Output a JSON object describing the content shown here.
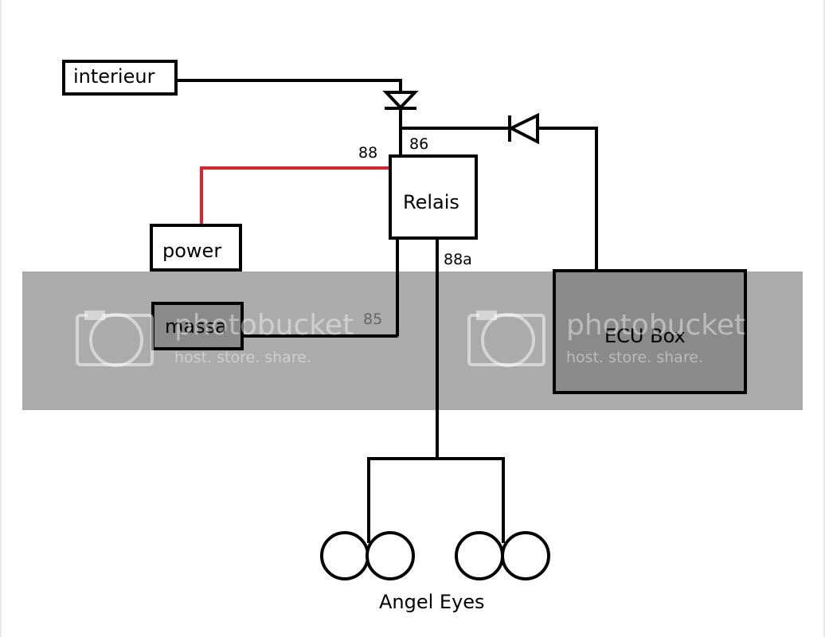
{
  "diagram": {
    "boxes": {
      "interieur": "interieur",
      "power": "power",
      "relais": "Relais",
      "massa": "massa",
      "ecu": "ECU Box"
    },
    "pins": {
      "pin88": "88",
      "pin86": "86",
      "pin88a": "88a",
      "pin85": "85"
    },
    "angel_eyes_label": "Angel Eyes"
  },
  "watermark": {
    "brand": "photobucket",
    "tagline": "host. store. share."
  },
  "colors": {
    "wire": "#000000",
    "power_wire": "#e5202a",
    "watermark_band": "#8a8a8a"
  }
}
